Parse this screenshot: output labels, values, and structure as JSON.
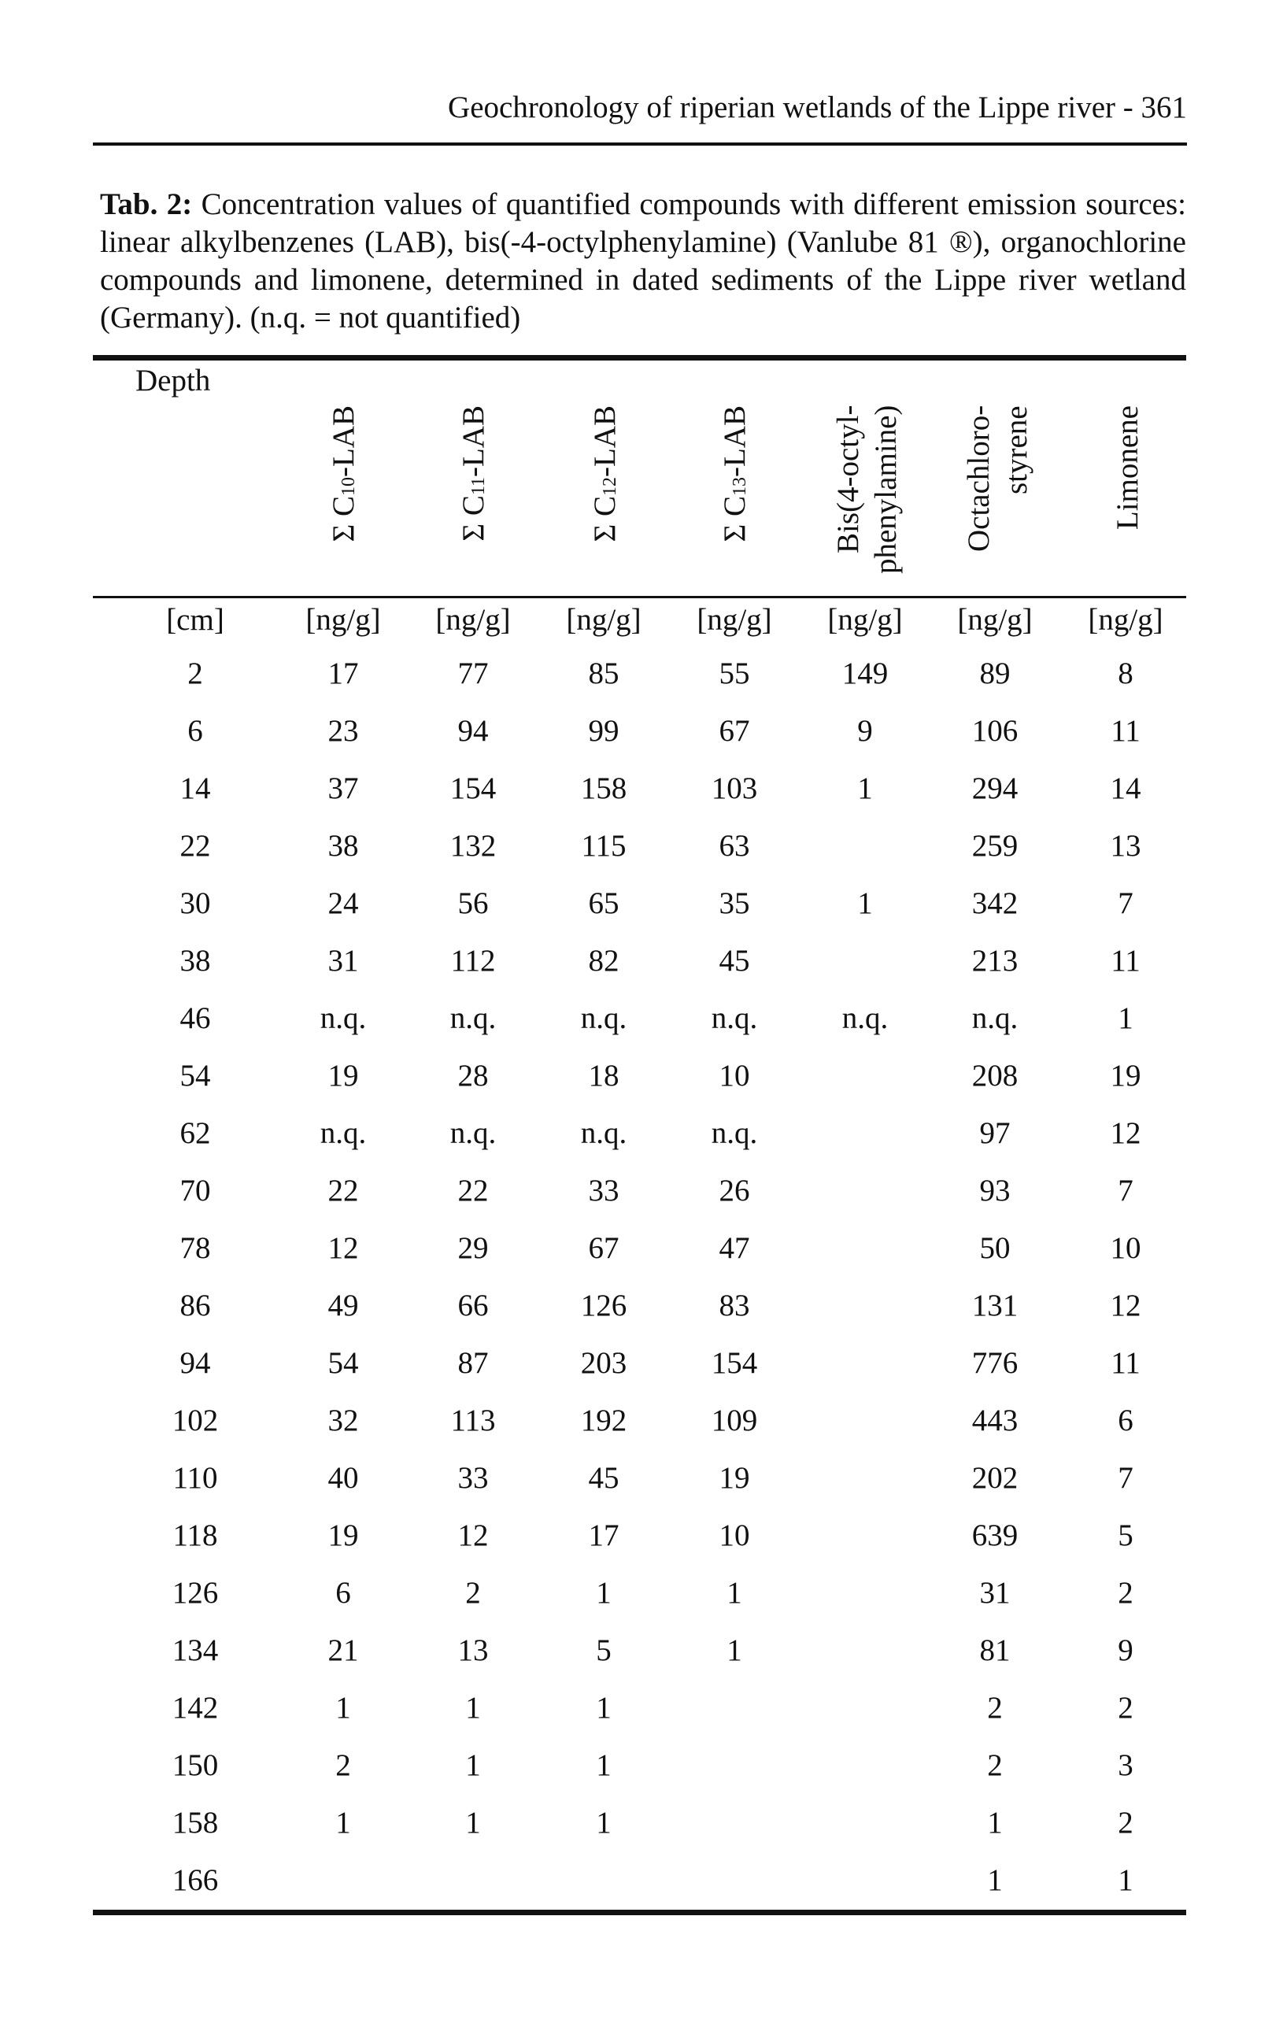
{
  "running_head": "Geochronology of riperian wetlands of the Lippe river   -   361",
  "caption": {
    "label": "Tab. 2:",
    "text": "Concentration values of quantified compounds with different emission sources: linear alkylbenzenes (LAB), bis(-4-octylphenylamine) (Vanlube 81 ®), organochlorine compounds and limonene, determined in dated sediments of the Lippe river wetland (Germany). (n.q. = not quantified)"
  },
  "table": {
    "depth_header": "Depth",
    "columns": [
      {
        "key": "c10",
        "prefix": "Σ C",
        "sub": "10",
        "suffix": "-LAB"
      },
      {
        "key": "c11",
        "prefix": "Σ C",
        "sub": "11",
        "suffix": "-LAB"
      },
      {
        "key": "c12",
        "prefix": "Σ C",
        "sub": "12",
        "suffix": "-LAB"
      },
      {
        "key": "c13",
        "prefix": "Σ C",
        "sub": "13",
        "suffix": "-LAB"
      },
      {
        "key": "bis",
        "line1": "Bis(4-octyl-",
        "line2": "phenylamine)"
      },
      {
        "key": "octa",
        "line1": "Octachloro-",
        "line2": "styrene"
      },
      {
        "key": "limo",
        "line1": "Limonene"
      }
    ],
    "units": [
      "[cm]",
      "[ng/g]",
      "[ng/g]",
      "[ng/g]",
      "[ng/g]",
      "[ng/g]",
      "[ng/g]",
      "[ng/g]"
    ],
    "rows": [
      [
        "2",
        "17",
        "77",
        "85",
        "55",
        "149",
        "89",
        "8"
      ],
      [
        "6",
        "23",
        "94",
        "99",
        "67",
        "9",
        "106",
        "11"
      ],
      [
        "14",
        "37",
        "154",
        "158",
        "103",
        "1",
        "294",
        "14"
      ],
      [
        "22",
        "38",
        "132",
        "115",
        "63",
        "",
        "259",
        "13"
      ],
      [
        "30",
        "24",
        "56",
        "65",
        "35",
        "1",
        "342",
        "7"
      ],
      [
        "38",
        "31",
        "112",
        "82",
        "45",
        "",
        "213",
        "11"
      ],
      [
        "46",
        "n.q.",
        "n.q.",
        "n.q.",
        "n.q.",
        "n.q.",
        "n.q.",
        "1"
      ],
      [
        "54",
        "19",
        "28",
        "18",
        "10",
        "",
        "208",
        "19"
      ],
      [
        "62",
        "n.q.",
        "n.q.",
        "n.q.",
        "n.q.",
        "",
        "97",
        "12"
      ],
      [
        "70",
        "22",
        "22",
        "33",
        "26",
        "",
        "93",
        "7"
      ],
      [
        "78",
        "12",
        "29",
        "67",
        "47",
        "",
        "50",
        "10"
      ],
      [
        "86",
        "49",
        "66",
        "126",
        "83",
        "",
        "131",
        "12"
      ],
      [
        "94",
        "54",
        "87",
        "203",
        "154",
        "",
        "776",
        "11"
      ],
      [
        "102",
        "32",
        "113",
        "192",
        "109",
        "",
        "443",
        "6"
      ],
      [
        "110",
        "40",
        "33",
        "45",
        "19",
        "",
        "202",
        "7"
      ],
      [
        "118",
        "19",
        "12",
        "17",
        "10",
        "",
        "639",
        "5"
      ],
      [
        "126",
        "6",
        "2",
        "1",
        "1",
        "",
        "31",
        "2"
      ],
      [
        "134",
        "21",
        "13",
        "5",
        "1",
        "",
        "81",
        "9"
      ],
      [
        "142",
        "1",
        "1",
        "1",
        "",
        "",
        "2",
        "2"
      ],
      [
        "150",
        "2",
        "1",
        "1",
        "",
        "",
        "2",
        "3"
      ],
      [
        "158",
        "1",
        "1",
        "1",
        "",
        "",
        "1",
        "2"
      ],
      [
        "166",
        "",
        "",
        "",
        "",
        "",
        "1",
        "1"
      ]
    ]
  }
}
